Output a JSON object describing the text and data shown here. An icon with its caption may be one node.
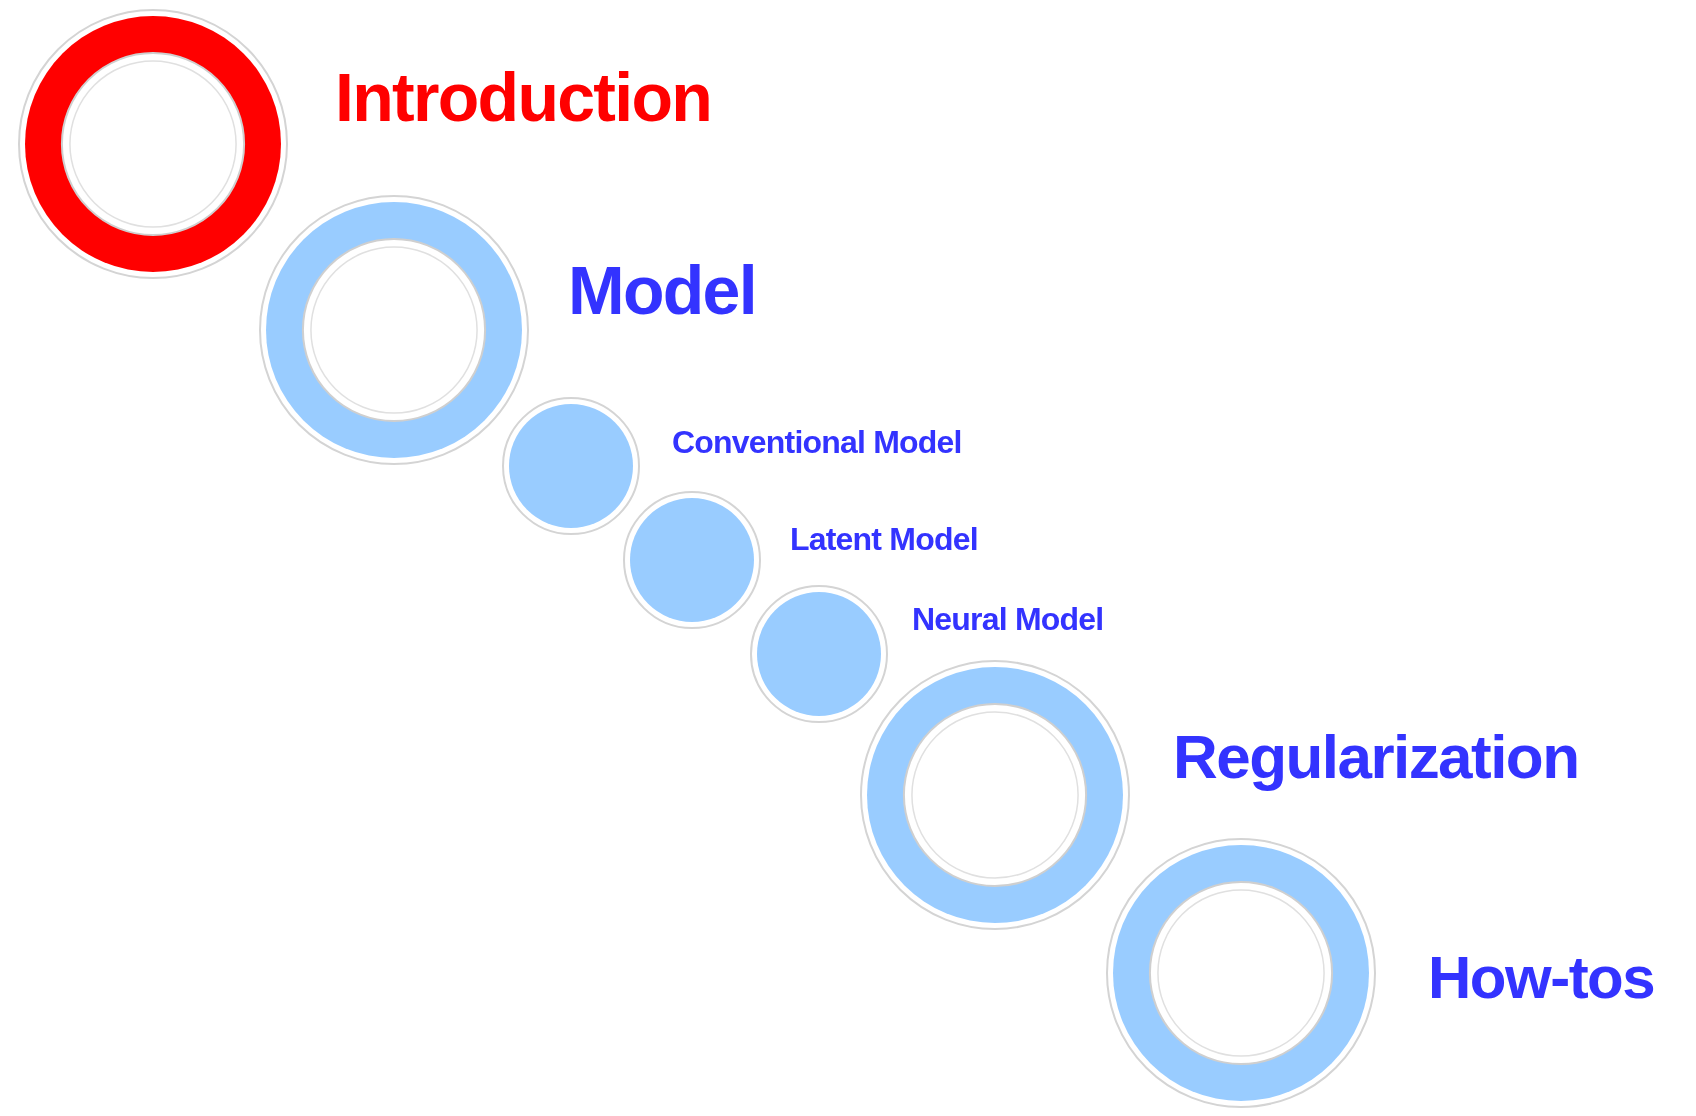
{
  "diagram": {
    "nodes": [
      {
        "text": [
          "Introduction"
        ]
      },
      {
        "text": [
          "Model"
        ]
      },
      {
        "text": [
          "Conventional Model"
        ]
      },
      {
        "text": [
          "Latent Model"
        ]
      },
      {
        "text": [
          "Neural Model"
        ]
      },
      {
        "text": [
          "Regularization"
        ]
      },
      {
        "text": [
          "How-tos"
        ]
      }
    ]
  }
}
